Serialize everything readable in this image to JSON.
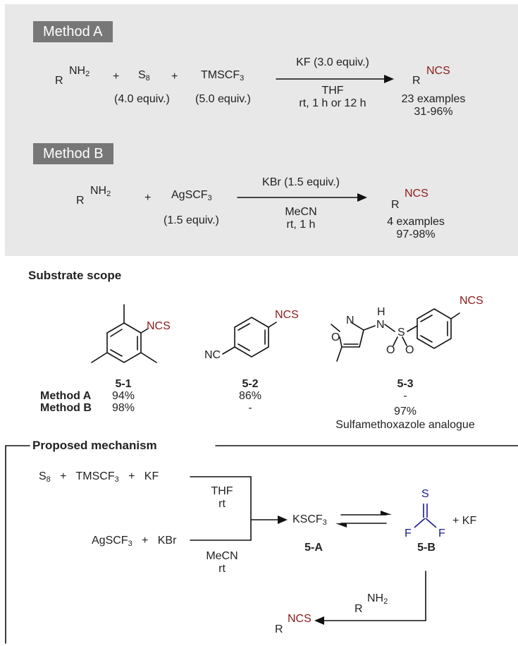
{
  "method_a": {
    "label": "Method A",
    "amine_r": "R",
    "amine_nh2": "NH",
    "plus": "+",
    "s8": "S",
    "s8_sub": "8",
    "tmscf3": "TMSCF",
    "tmscf3_sub": "3",
    "s8_equiv": "(4.0 equiv.)",
    "tmscf3_equiv": "(5.0 equiv.)",
    "reagent": "KF (3.0 equiv.)",
    "solvent": "THF",
    "conditions": "rt, 1 h or 12 h",
    "product_r": "R",
    "product_ncs": "NCS",
    "examples": "23 examples",
    "yield": "31-96%"
  },
  "method_b": {
    "label": "Method B",
    "amine_r": "R",
    "amine_nh2": "NH",
    "plus": "+",
    "agscf3": "AgSCF",
    "agscf3_sub": "3",
    "agscf3_equiv": "(1.5 equiv.)",
    "reagent": "KBr (1.5 equiv.)",
    "solvent": "MeCN",
    "conditions": "rt, 1 h",
    "product_r": "R",
    "product_ncs": "NCS",
    "examples": "4 examples",
    "yield": "97-98%"
  },
  "scope": {
    "title": "Substrate scope",
    "row_a": "Method A",
    "row_b": "Method B",
    "compounds": [
      {
        "id": "5-1",
        "method_a": "94%",
        "method_b": "98%",
        "ncs": "NCS",
        "note": ""
      },
      {
        "id": "5-2",
        "method_a": "86%",
        "method_b": "-",
        "ncs": "NCS",
        "nc": "NC",
        "note": ""
      },
      {
        "id": "5-3",
        "method_a": "-",
        "method_b": "97%",
        "ncs": "NCS",
        "note": "Sulfamethoxazole analogue"
      }
    ],
    "atoms_53": {
      "n_ring": "N",
      "o_ring": "O",
      "nh_n": "N",
      "nh_h": "H",
      "s": "S",
      "o1": "O",
      "o2": "O"
    }
  },
  "mechanism": {
    "title": "Proposed mechanism",
    "top_line": {
      "s8": "S",
      "s8_sub": "8",
      "plus": "+",
      "tmscf3": "TMSCF",
      "tmscf3_sub": "3",
      "kf": "KF"
    },
    "bottom_line": {
      "agscf3": "AgSCF",
      "agscf3_sub": "3",
      "plus": "+",
      "kbr": "KBr"
    },
    "thf": "THF",
    "thf_rt": "rt",
    "mecn": "MeCN",
    "mecn_rt": "rt",
    "kscf3": "KSCF",
    "kscf3_sub": "3",
    "label_5a": "5-A",
    "label_5b": "5-B",
    "thio_s": "S",
    "thio_f1": "F",
    "thio_f2": "F",
    "plus_kf": "+ KF",
    "amine_r": "R",
    "amine_nh2": "NH",
    "product_r": "R",
    "product_ncs": "NCS"
  },
  "colors": {
    "panel": "#e8e8e8",
    "label_bg": "#777777",
    "product": "#8b1a1a",
    "thiocarbonyl": "#1a1a8b"
  }
}
